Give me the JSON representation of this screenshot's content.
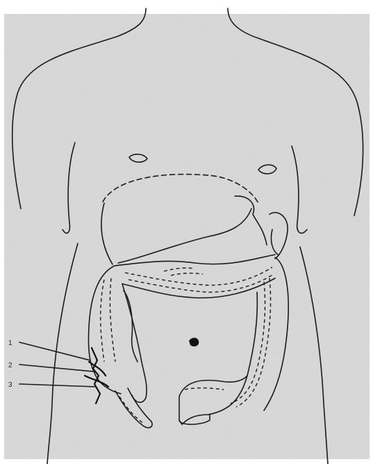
{
  "callouts": [
    {
      "label": "1"
    },
    {
      "label": "2"
    },
    {
      "label": "3"
    }
  ],
  "colors": {
    "background": "#ffffff",
    "shading": "#d9d9d9",
    "line": "#1a1a1a"
  }
}
